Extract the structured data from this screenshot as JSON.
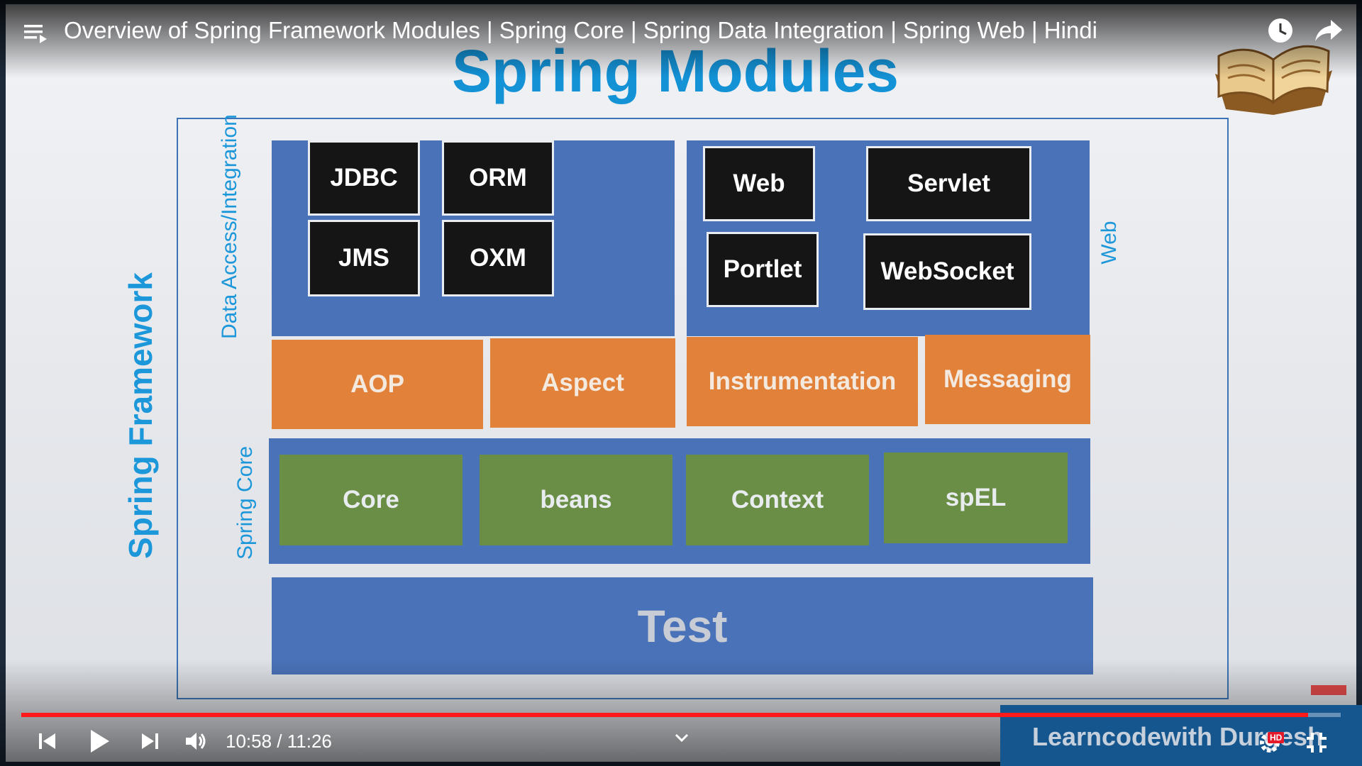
{
  "player": {
    "video_title": "Overview of Spring Framework Modules | Spring Core | Spring Data Integration | Spring Web | Hindi",
    "time_display": "10:58 / 11:26",
    "progress": 0.975,
    "channel_watermark": "Learncodewith Durgesh",
    "quality_badge": "HD",
    "accent_color": "#ff1a1a"
  },
  "slide": {
    "title": "Spring Modules",
    "framework_label": "Spring Framework",
    "data_access_label": "Data Access/Integration",
    "web_label": "Web",
    "core_label": "Spring Core",
    "data_modules": [
      "JDBC",
      "ORM",
      "JMS",
      "OXM"
    ],
    "web_modules": [
      "Web",
      "Servlet",
      "Portlet",
      "WebSocket"
    ],
    "middle_modules": [
      "AOP",
      "Aspect",
      "Instrumentation",
      "Messaging"
    ],
    "core_modules": [
      "Core",
      "beans",
      "Context",
      "spEL"
    ],
    "test_label": "Test",
    "colors": {
      "title": "#1492d6",
      "panel_blue": "#4a72b8",
      "orange": "#e2813a",
      "green": "#6b8e47",
      "black": "#151515"
    }
  },
  "icons": [
    "playlist-menu-icon",
    "watch-later-clock-icon",
    "share-arrow-icon",
    "open-book-logo",
    "previous-icon",
    "play-icon",
    "next-icon",
    "volume-icon",
    "chevron-down-icon",
    "settings-gear-icon",
    "exit-fullscreen-icon"
  ]
}
